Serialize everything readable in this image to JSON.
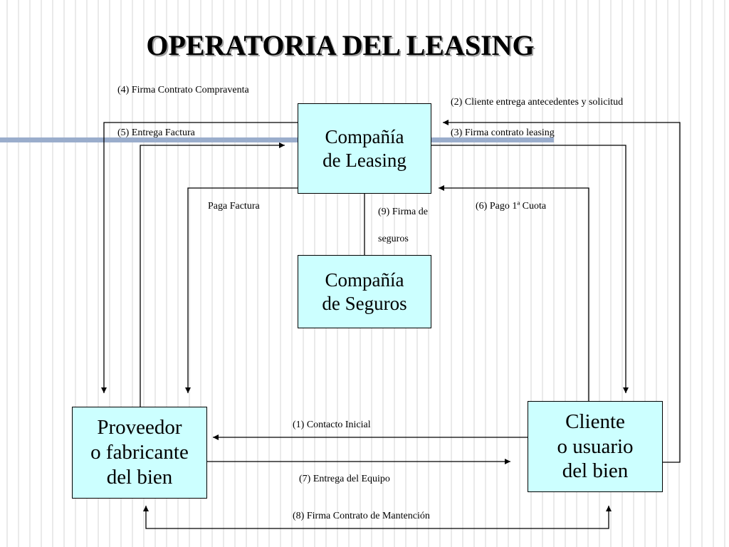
{
  "title": "OPERATORIA DEL LEASING",
  "nodes": {
    "leasing": {
      "line1": "Compañía",
      "line2": "de Leasing"
    },
    "seguros": {
      "line1": "Compañía",
      "line2": "de Seguros"
    },
    "proveedor": {
      "line1": "Proveedor",
      "line2": "o fabricante",
      "line3": "del bien"
    },
    "cliente": {
      "line1": "Cliente",
      "line2": "o usuario",
      "line3": "del bien"
    }
  },
  "edges": {
    "e4": "(4) Firma Contrato Compraventa",
    "e5": "(5) Entrega Factura",
    "paga_factura": "Paga Factura",
    "e9": "(9) Firma de seguros",
    "e2": "(2) Cliente entrega antecedentes y solicitud",
    "e3": "(3) Firma contrato leasing",
    "e6": "(6) Pago 1ª Cuota",
    "e1": "(1) Contacto Inicial",
    "e7": "(7) Entrega del Equipo",
    "e8": "(8) Firma Contrato de Mantención"
  },
  "colors": {
    "box_fill": "#ccffff",
    "accent_bar": "#9aadcc",
    "line": "#000000"
  }
}
